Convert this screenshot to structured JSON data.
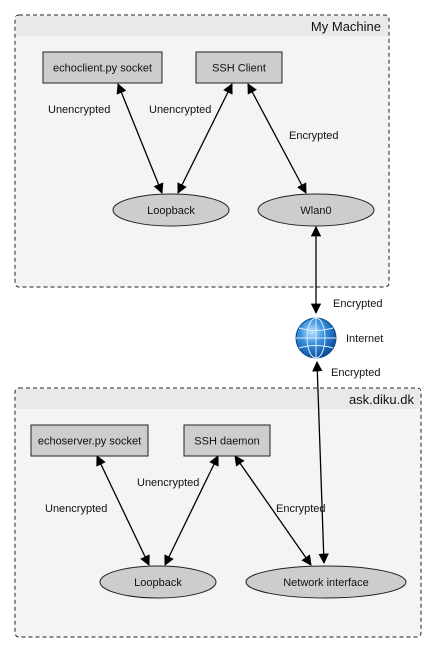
{
  "groups": {
    "my_machine": {
      "title": "My Machine"
    },
    "server": {
      "title": "ask.diku.dk"
    }
  },
  "nodes": {
    "echoclient_socket": "echoclient.py socket",
    "ssh_client": "SSH Client",
    "loopback_client": "Loopback",
    "wlan0": "Wlan0",
    "internet": "Internet",
    "echoserver_socket": "echoserver.py socket",
    "ssh_daemon": "SSH daemon",
    "loopback_server": "Loopback",
    "network_interface": "Network interface"
  },
  "edge_labels": {
    "echoclient_loopback": "Unencrypted",
    "sshclient_loopback": "Unencrypted",
    "sshclient_wlan0": "Encrypted",
    "wlan0_internet": "Encrypted",
    "internet_netif": "Encrypted",
    "echoserver_loopback": "Unencrypted",
    "sshdaemon_loopback": "Unencrypted",
    "sshdaemon_netif": "Encrypted"
  },
  "colors": {
    "node_fill": "#cdcdcd",
    "group_fill": "#f4f4f4",
    "globe": "#2a7fd4"
  },
  "icons": {
    "internet": "globe-icon"
  }
}
